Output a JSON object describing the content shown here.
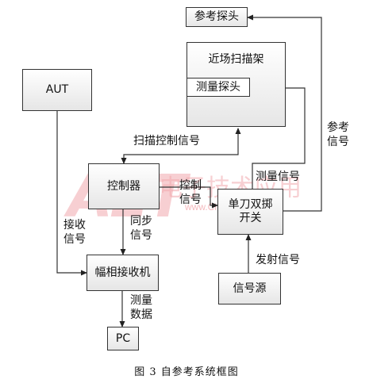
{
  "watermark": {
    "logo": "AET",
    "cn": "电子技术应用",
    "url": "www.ChinaAET.com"
  },
  "blocks": {
    "aut": "AUT",
    "ref_probe": "参考探头",
    "scanner": "近场扫描架",
    "meas_probe": "测量探头",
    "controller": "控制器",
    "spdt_switch": "单刀双掷\n开关",
    "receiver": "幅相接收机",
    "signal_source": "信号源",
    "pc": "PC"
  },
  "signals": {
    "scan_control": "扫描控制信号",
    "control": "控制\n信号",
    "measure": "测量信号",
    "reference": "参考\n信号",
    "receive": "接收\n信号",
    "sync": "同步\n信号",
    "transmit": "发射信号",
    "measured_data": "测量\n数据"
  },
  "caption": "图 3   自参考系统框图"
}
